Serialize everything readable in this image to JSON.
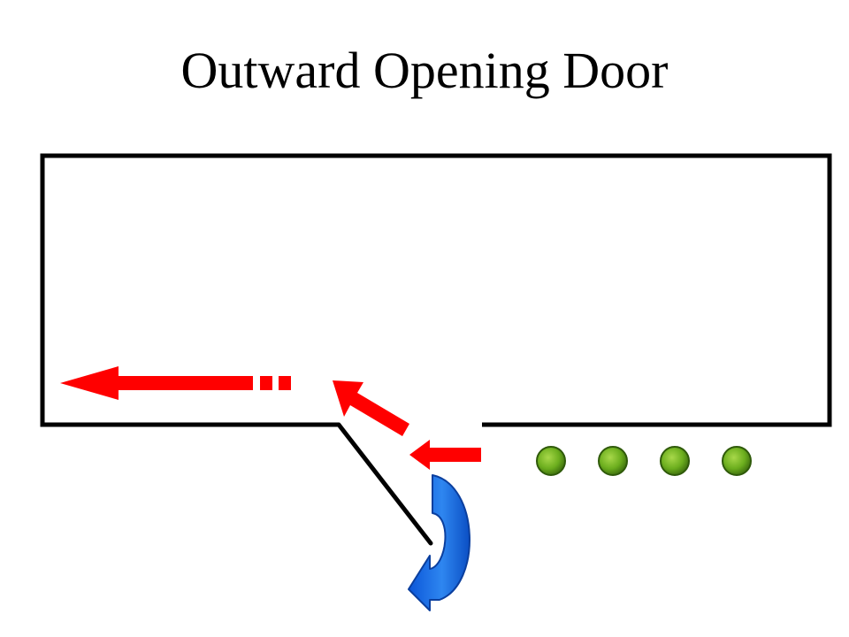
{
  "slide": {
    "title": "Outward Opening Door"
  },
  "colors": {
    "wall": "#000000",
    "door": "#000000",
    "flow_arrow": "#ff0000",
    "swing_arrow": "#1f6fe6",
    "person_fill": "#6cae1e",
    "person_stroke": "#2f5a0a"
  },
  "people": {
    "count": 4
  },
  "icons": {
    "flow": "arrow-left",
    "swing": "curved-arrow"
  }
}
